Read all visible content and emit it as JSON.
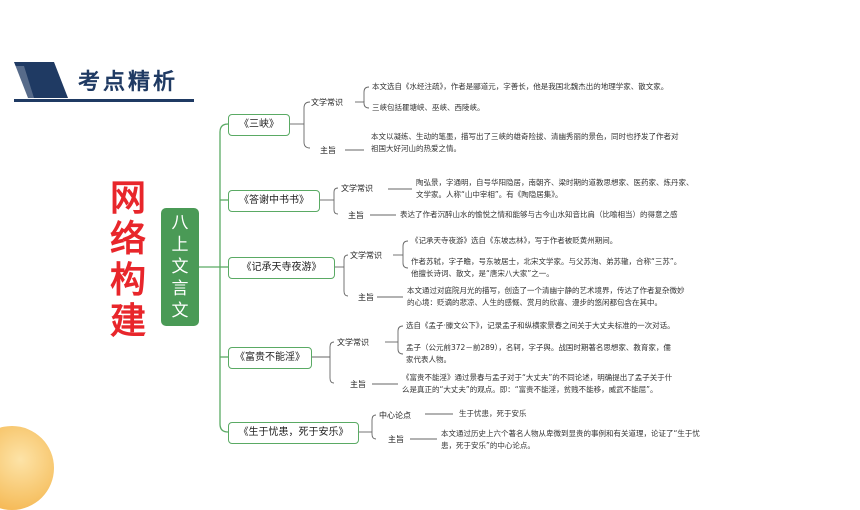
{
  "header": {
    "title": "考点精析",
    "stripe_color": "#1f3a63"
  },
  "main_title": {
    "chars": [
      "网",
      "络",
      "构",
      "建"
    ],
    "color": "#e8262b"
  },
  "center": {
    "chars": [
      "八",
      "上",
      "文",
      "言",
      "文"
    ],
    "color": "#4a9a56"
  },
  "branches": [
    {
      "title": "《三峡》",
      "label1": "文学常识",
      "items1": [
        "本文选自《水经注疏》，作者是郦道元，字善长，他是我国北魏杰出的地理学家、散文家。",
        "三峡包括瞿塘峡、巫峡、西陵峡。"
      ],
      "label2": "主旨",
      "text2": [
        "本文以凝练、生动的笔墨，描写出了三峡的雄奇险拔、清幽秀丽的景色，同时也抒发了作者对",
        "祖国大好河山的热爱之情。"
      ]
    },
    {
      "title": "《答谢中书书》",
      "label1": "文学常识",
      "items1": [
        "陶弘景，字通明，自号华阳隐居，南朝齐、梁时期的道教思想家、医药家、炼丹家、",
        "文学家。人称“山中宰相”。有《陶隐居集》。"
      ],
      "label2": "主旨",
      "text2": [
        "表达了作者沉醉山水的愉悦之情和能够与古今山水知音比肩（比喻相当）的得意之感"
      ]
    },
    {
      "title": "《记承天寺夜游》",
      "label1": "文学常识",
      "items1": [
        "《记承天寺夜游》选自《东坡志林》，写于作者被贬黄州期间。",
        "作者苏轼，字子瞻，号东坡居士，北宋文学家。与父苏洵、弟苏辙，合称“三苏”。",
        "他擅长诗词、散文，是“唐宋八大家”之一。"
      ],
      "label2": "主旨",
      "text2": [
        "本文通过对庭院月光的描写，创造了一个清幽宁静的艺术境界，传达了作者复杂微妙",
        "的心境：贬谪的悲凉、人生的感慨、赏月的欣喜、漫步的悠闲都包含在其中。"
      ]
    },
    {
      "title": "《富贵不能淫》",
      "label1": "文学常识",
      "items1": [
        "选自《孟子·滕文公下》，记录孟子和纵横家景春之间关于大丈夫标准的一次对话。",
        "孟子（公元前372－前289），名轲，字子舆。战国时期著名思想家、教育家，儒",
        "家代表人物。"
      ],
      "label2": "主旨",
      "text2": [
        "《富贵不能淫》通过景春与孟子对于“大丈夫”的不同论述，明确提出了孟子关于什",
        "么是真正的“大丈夫”的观点。即：“富贵不能淫，贫贱不能移，威武不能屈”。"
      ]
    },
    {
      "title": "《生于忧患，死于安乐》",
      "label1": "中心论点",
      "items1": [
        "生于忧患，死于安乐"
      ],
      "label2": "主旨",
      "text2": [
        "本文通过历史上六个著名人物从卑微到显贵的事例和有关道理，论证了“生于忧",
        "患，死于安乐”的中心论点。"
      ]
    }
  ],
  "colors": {
    "branch_line": "#5aaa64",
    "accent": "#e8262b",
    "deco": "#f3a93a"
  }
}
